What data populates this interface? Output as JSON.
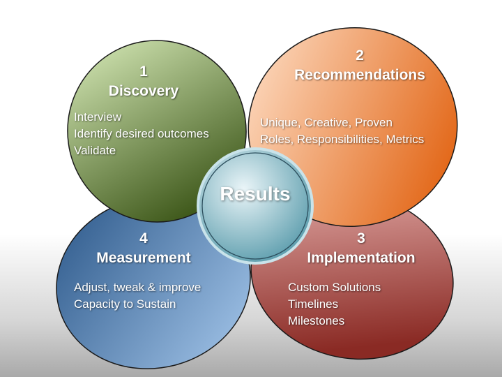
{
  "center": {
    "label": "Results"
  },
  "petals": [
    {
      "key": "discovery",
      "number": "1",
      "title": "Discovery",
      "items": [
        "Interview",
        "Identify desired outcomes",
        "Validate"
      ]
    },
    {
      "key": "recommendations",
      "number": "2",
      "title": "Recommendations",
      "items": [
        "Unique, Creative, Proven",
        "Roles, Responsibilities, Metrics"
      ]
    },
    {
      "key": "implementation",
      "number": "3",
      "title": "Implementation",
      "items": [
        "Custom Solutions",
        "Timelines",
        "Milestones"
      ]
    },
    {
      "key": "measurement",
      "number": "4",
      "title": "Measurement",
      "items": [
        "Adjust, tweak & improve",
        "Capacity to Sustain"
      ]
    }
  ],
  "colors": {
    "discovery": [
      "#c5dba3",
      "#3f5a1c"
    ],
    "recommendations": [
      "#fbd2b2",
      "#e2661a"
    ],
    "implementation": [
      "#e3aaa6",
      "#8e2e28"
    ],
    "measurement": [
      "#9fc1e6",
      "#2c5b8c"
    ],
    "center": [
      "#e3f2f6",
      "#5d9fae"
    ]
  }
}
